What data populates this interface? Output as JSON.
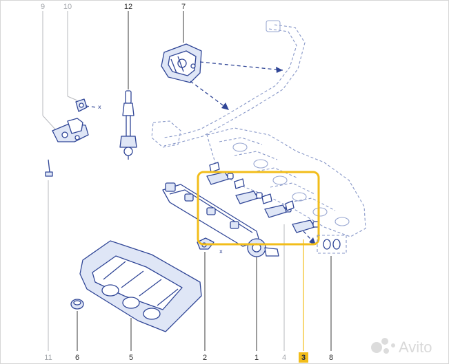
{
  "diagram": {
    "callouts": {
      "c1": "1",
      "c2": "2",
      "c3": "3",
      "c4": "4",
      "c5": "5",
      "c6": "6",
      "c7": "7",
      "c8": "8",
      "c9": "9",
      "c10": "10",
      "c11": "11",
      "c12": "12"
    },
    "marks": {
      "x_a": "x",
      "x_b": "x"
    },
    "highlight_color": "#f2bd1a",
    "line_color": "#2f4596"
  },
  "watermark": {
    "brand": "Avito",
    "icon": "avito-logo-icon"
  }
}
